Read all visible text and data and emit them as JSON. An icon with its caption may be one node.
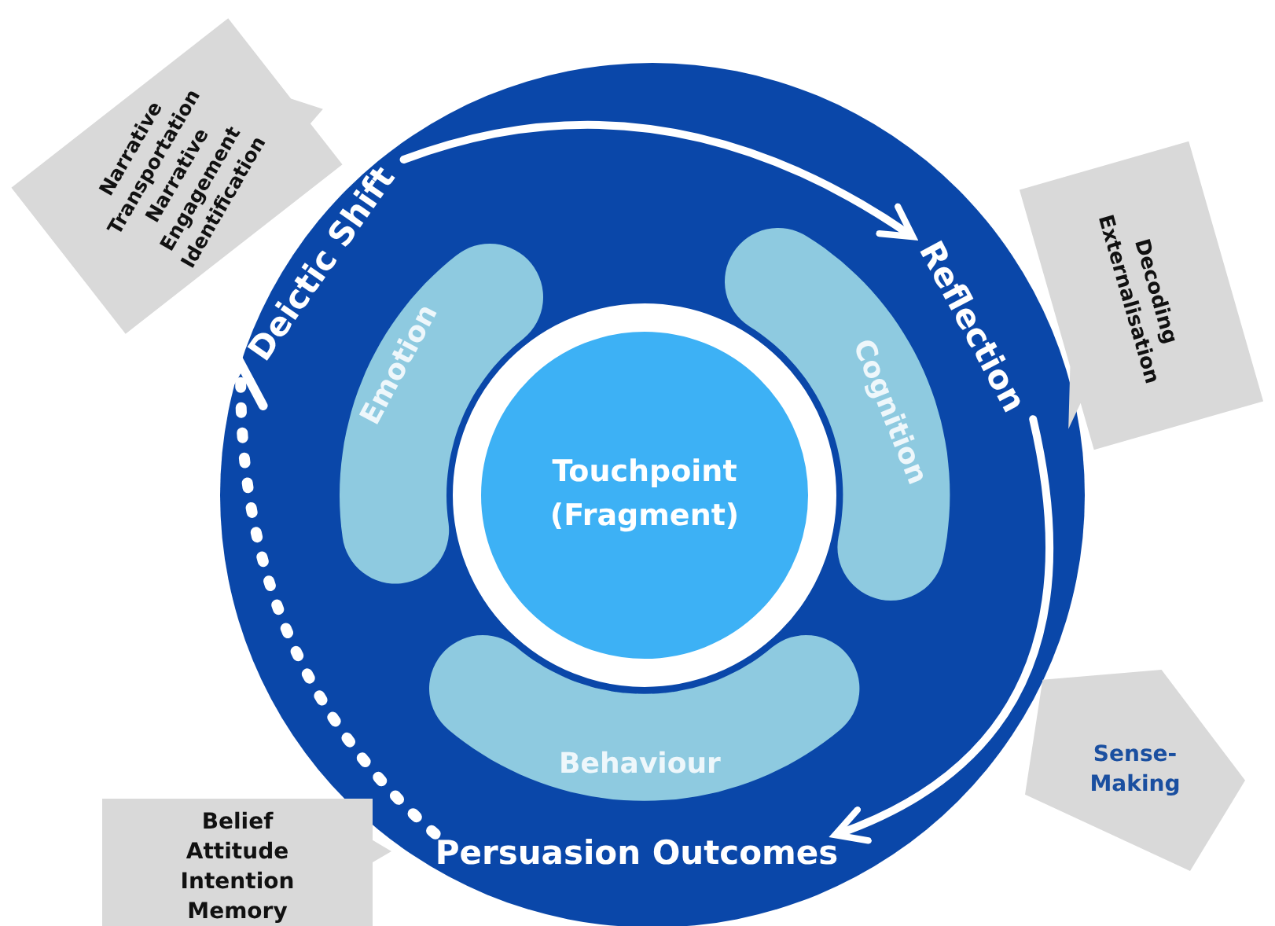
{
  "diagram": {
    "nodes": [
      {
        "text": [],
        "shape": "circle"
      },
      {
        "text": [
          "Deictic Shift"
        ],
        "in": 0
      },
      {
        "text": [
          "Reflection"
        ],
        "in": 0
      },
      {
        "text": [
          "Persuasion Outcomes"
        ],
        "in": 0
      },
      {
        "text": [
          "Touchpoint (Fragment)"
        ],
        "in": 0
      },
      {
        "text": [
          "Emotion"
        ],
        "in": 0
      },
      {
        "text": [
          "Cognition"
        ],
        "in": 0
      },
      {
        "text": [
          "Behaviour"
        ],
        "in": 0
      },
      {
        "text": [
          "Narrative",
          "Transportation",
          "Narrative",
          "Engagement",
          "Identification"
        ]
      },
      {
        "text": [
          "Decoding",
          "Externalisation"
        ]
      },
      {
        "text": [
          "Sense-Making"
        ]
      },
      {
        "text": [
          "Belief",
          "Attitude",
          "Intention",
          "Memory"
        ]
      }
    ],
    "edges": [
      {
        "from": 1,
        "to": 2,
        "arrow": "to"
      },
      {
        "from": 2,
        "to": 3,
        "arrow": "to"
      },
      {
        "from": 3,
        "to": 1,
        "arrow": "to",
        "style": "dashed"
      }
    ]
  }
}
